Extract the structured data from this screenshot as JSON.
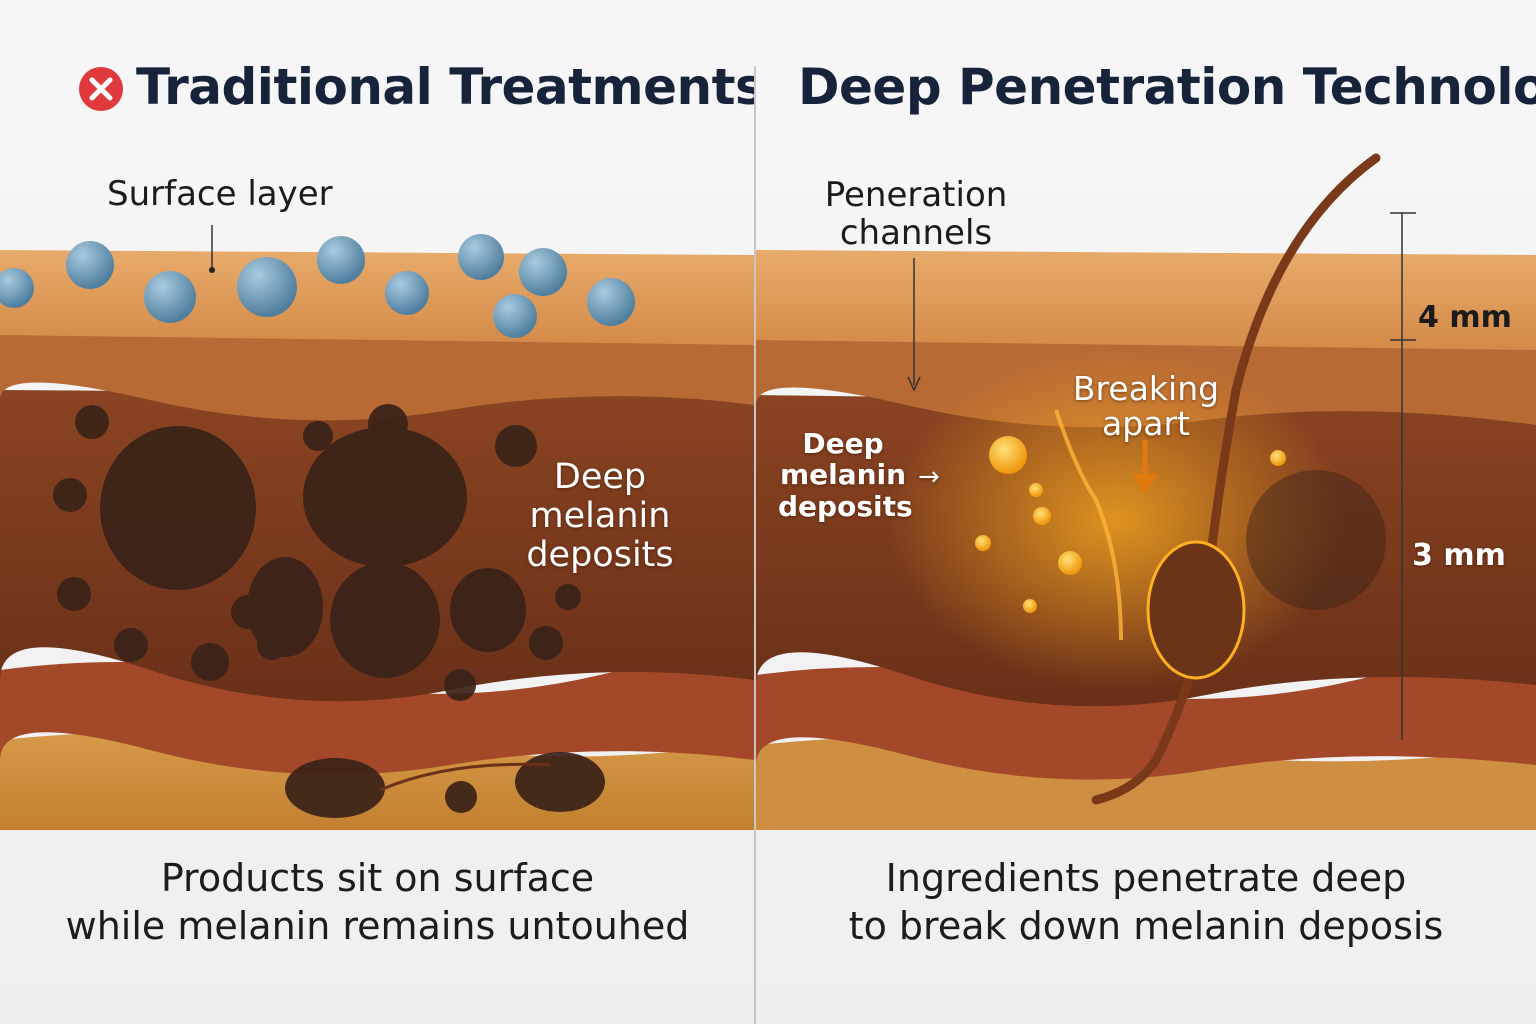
{
  "left_panel": {
    "title": "Traditional Treatments",
    "surface_label": "Surface layer",
    "deposits_label_line1": "Deep",
    "deposits_label_line2": "melanin",
    "deposits_label_line3": "deposits",
    "caption_line1": "Products sit on surface",
    "caption_line2": "while melanin remains untouhed"
  },
  "right_panel": {
    "title": "Deep Penetration Technology",
    "channels_label_line1": "Peneration",
    "channels_label_line2": "channels",
    "breaking_label_line1": "Breaking",
    "breaking_label_line2": "apart",
    "deposits_label_line1": "Deep",
    "deposits_label_line2": "melanin",
    "deposits_label_line3": "deposits",
    "deposits_arrow": "→",
    "measure_top": "4 mm",
    "measure_bottom": "3 mm",
    "caption_line1": "Ingredients penetrate deep",
    "caption_line2": "to break down melanin deposis"
  },
  "icons": {
    "x_icon": "close-circle-icon"
  },
  "colors": {
    "title": "#17233a",
    "x_icon": "#e0393e",
    "surface_droplet": "#6f9fc0",
    "melanin": "#3a2218",
    "glow": "#ffb020",
    "epidermis": "#dc9a5a",
    "dermis": "#7a3a1c"
  }
}
